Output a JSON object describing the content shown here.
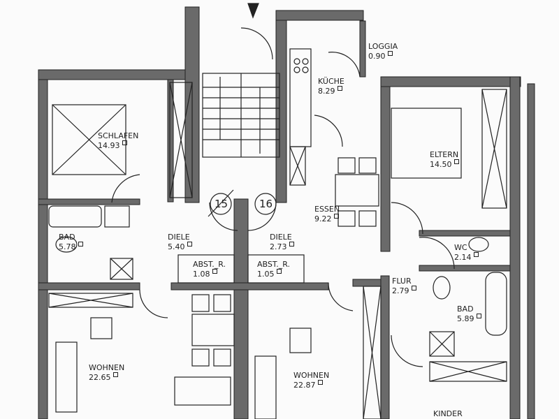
{
  "rooms": [
    {
      "name": "SCHLAFEN",
      "area": "14.93"
    },
    {
      "name": "BAD",
      "area": "5.78"
    },
    {
      "name": "DIELE",
      "area": "5.40"
    },
    {
      "name": "ABST._R.",
      "area": "1.08"
    },
    {
      "name": "ABST._R.",
      "area": "1.05"
    },
    {
      "name": "DIELE",
      "area": "2.73"
    },
    {
      "name": "KÜCHE",
      "area": "8.29"
    },
    {
      "name": "LOGGIA",
      "area": "0.90"
    },
    {
      "name": "ELTERN",
      "area": "14.50"
    },
    {
      "name": "ESSEN",
      "area": "9.22"
    },
    {
      "name": "WC",
      "area": "2.14"
    },
    {
      "name": "FLUR",
      "area": "2.79"
    },
    {
      "name": "BAD",
      "area": "5.89"
    },
    {
      "name": "WOHNEN",
      "area": "22.65"
    },
    {
      "name": "WOHNEN",
      "area": "22.87"
    },
    {
      "name": "KINDER",
      "area": ""
    }
  ],
  "unit_numbers": [
    "15",
    "16"
  ],
  "colors": {
    "wall": "#6a6a6a",
    "line": "#222222"
  }
}
